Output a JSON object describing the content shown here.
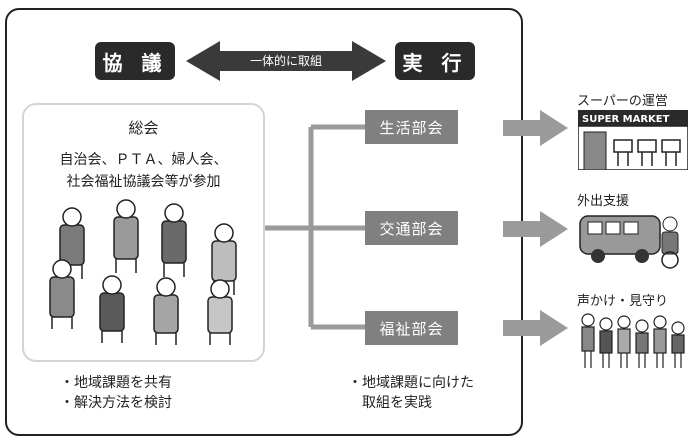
{
  "header": {
    "left_label": "協 議",
    "right_label": "実 行",
    "arrow_label": "一体的に取組"
  },
  "assembly": {
    "title": "総会",
    "line1": "自治会、ＰＴＡ、婦人会、",
    "line2": "社会福祉協議会等が参加"
  },
  "left_bullets": [
    "・地域課題を共有",
    "・解決方法を検討"
  ],
  "right_bullets": [
    "・地域課題に向けた",
    "　取組を実践"
  ],
  "departments": [
    {
      "label": "生活部会",
      "result": "スーパーの運営"
    },
    {
      "label": "交通部会",
      "result": "外出支援"
    },
    {
      "label": "福祉部会",
      "result": "声かけ・見守り"
    }
  ],
  "supermarket_sign": "SUPER MARKET",
  "colors": {
    "dark": "#2a2a2a",
    "dept_gray": "#808080",
    "connector": "#9a9a9a"
  }
}
